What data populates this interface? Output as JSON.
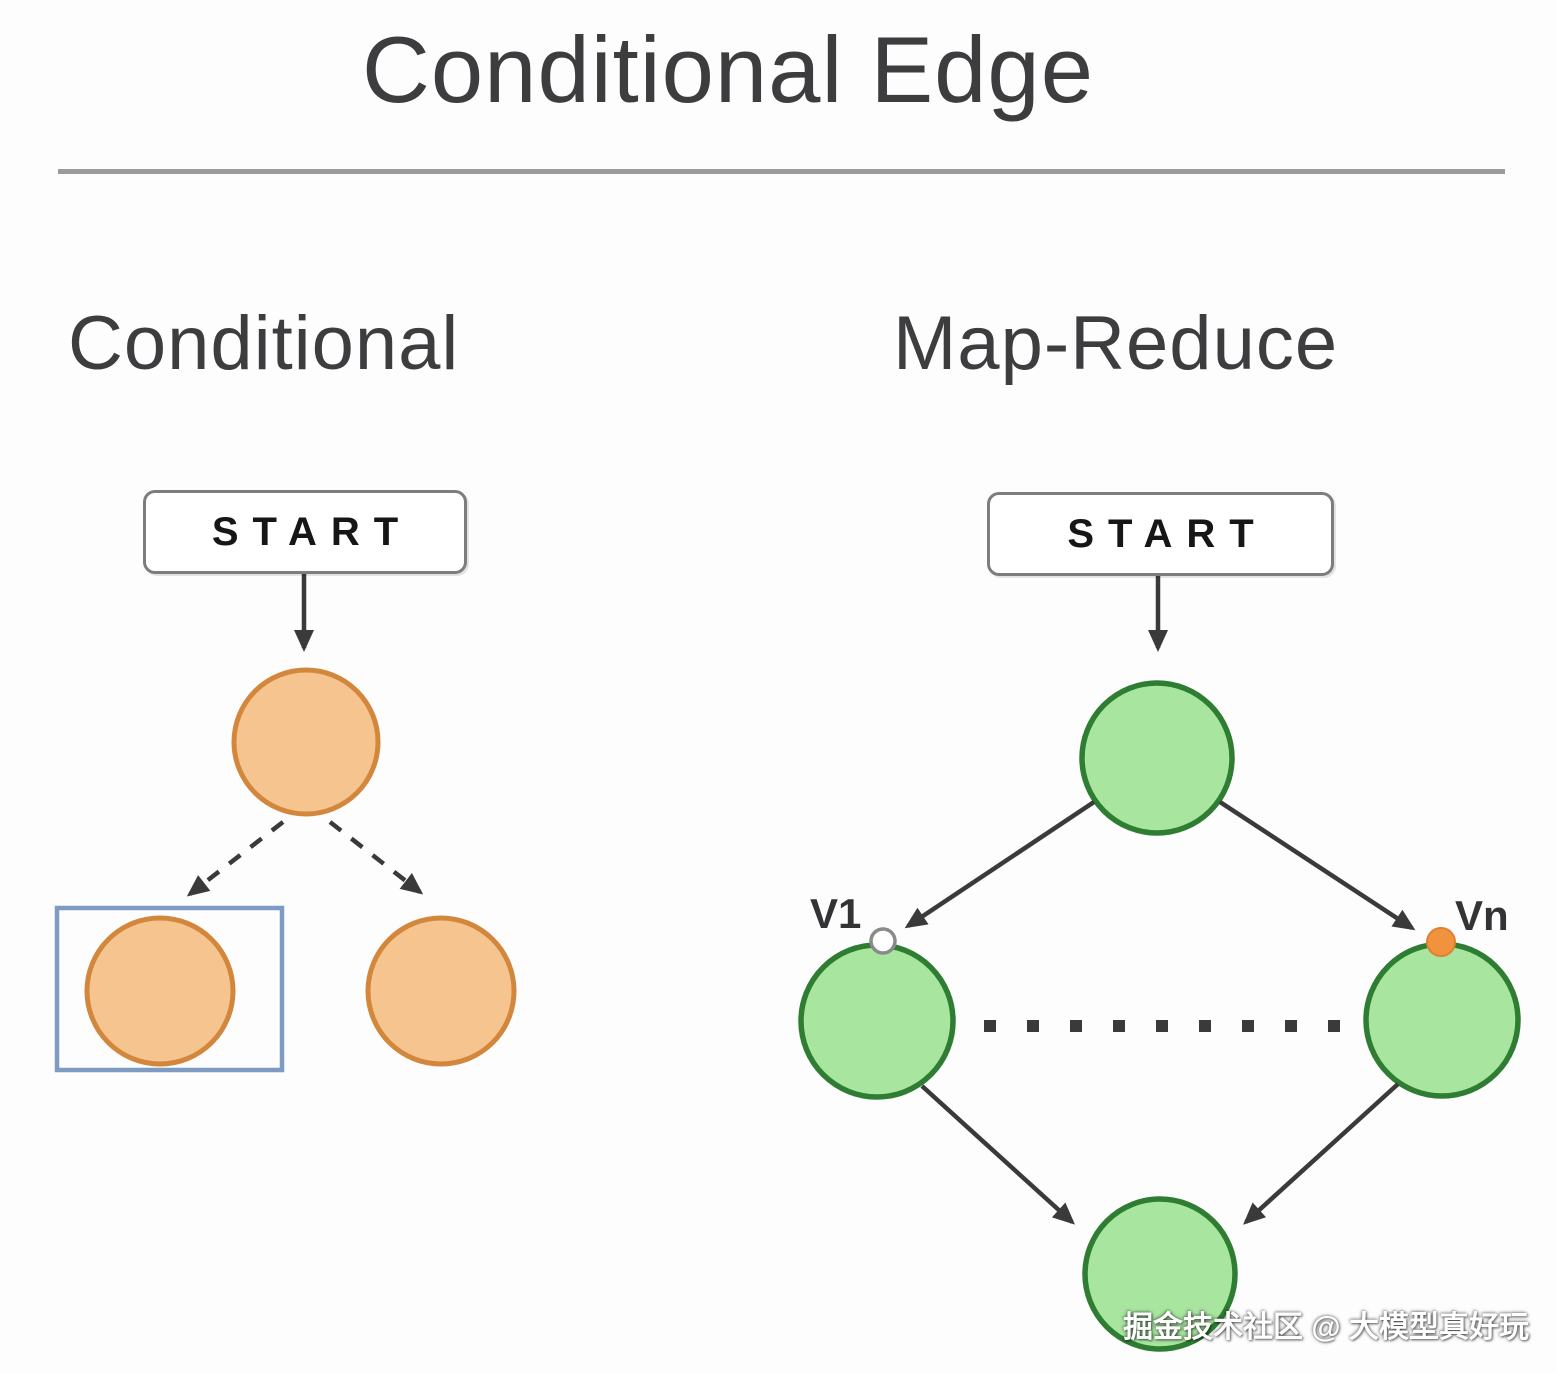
{
  "title": "Conditional Edge",
  "sections": {
    "conditional": {
      "label": "Conditional",
      "start_label": "START"
    },
    "map_reduce": {
      "label": "Map-Reduce",
      "start_label": "START",
      "v1_label": "V1",
      "vn_label": "Vn"
    }
  },
  "watermark": "掘金技术社区 @ 大模型真好玩",
  "colors": {
    "orange_node_fill": "#F6C48E",
    "orange_node_border": "#D2873C",
    "green_node_fill": "#A8E6A0",
    "green_node_border": "#2E7D32",
    "highlight_box_blue": "#7D9BC3",
    "arrow_gray": "#3A3A3A",
    "title_text": "#3D3D40",
    "divider_gray": "#9B9B9B",
    "vn_dot_orange": "#F0923E",
    "v1_dot_white": "#FFFFFF"
  }
}
